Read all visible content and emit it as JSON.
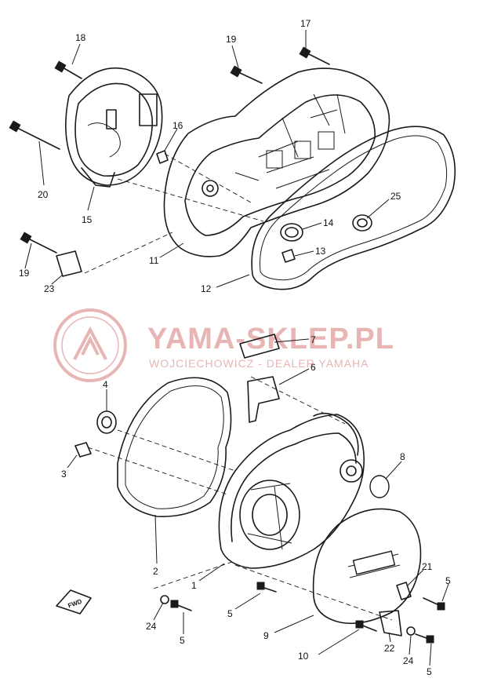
{
  "watermark": {
    "title": "YAMA-SKLEP.PL",
    "subtitle": "WOJCIECHOWICZ - DEALER YAMAHA",
    "logo_icon": "tuning-fork-logo-icon",
    "color": "#e8b5b5"
  },
  "fwd_marker": {
    "label": "FWD",
    "icon": "forward-arrow-icon"
  },
  "callouts": {
    "c18": "18",
    "c19a": "19",
    "c17": "17",
    "c16": "16",
    "c20": "20",
    "c15": "15",
    "c25": "25",
    "c14": "14",
    "c13": "13",
    "c11": "11",
    "c19b": "19",
    "c23": "23",
    "c12": "12",
    "c7": "7",
    "c6": "6",
    "c4": "4",
    "c8": "8",
    "c3": "3",
    "c2": "2",
    "c1": "1",
    "c21": "21",
    "c5a": "5",
    "c5b": "5",
    "c24a": "24",
    "c5c": "5",
    "c9": "9",
    "c10": "10",
    "c22": "22",
    "c24b": "24",
    "c5d": "5"
  }
}
